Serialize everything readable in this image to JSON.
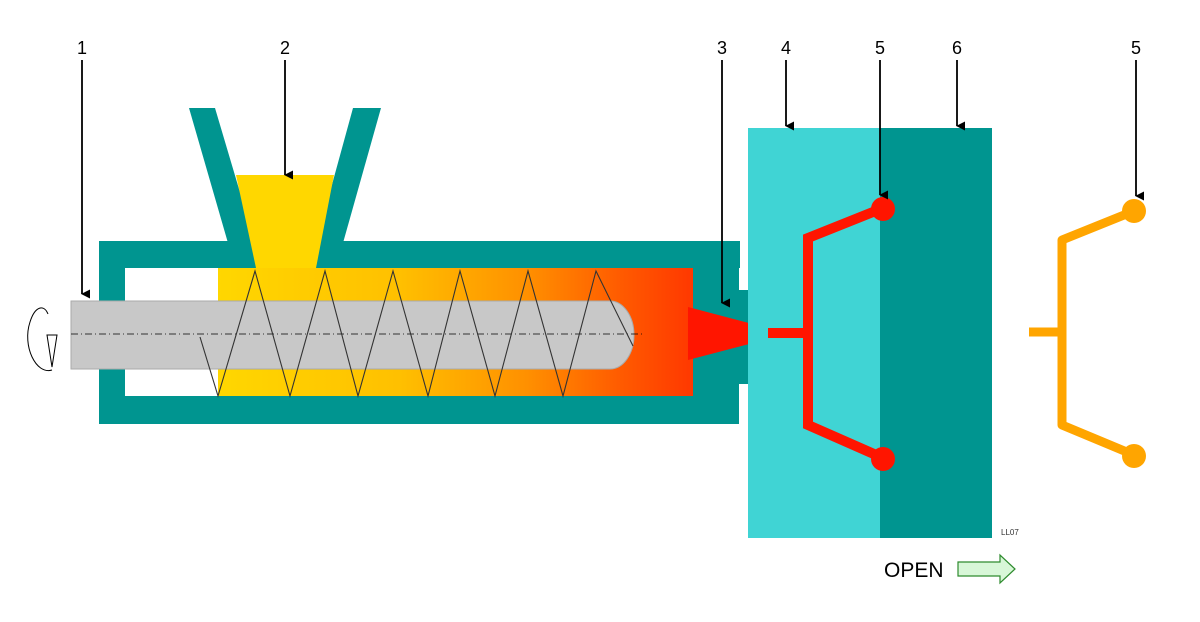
{
  "callouts": {
    "c1": "1",
    "c2": "2",
    "c3": "3",
    "c4": "4",
    "c5a": "5",
    "c6": "6",
    "c5b": "5"
  },
  "open_label": "OPEN",
  "figure_code": "LL07",
  "colors": {
    "barrel": "#009590",
    "mold_fixed": "#40D4D4",
    "mold_moving": "#009590",
    "granules": "#FFD700",
    "melt": "#FF3800",
    "part_molten": "#FF1500",
    "part_ejected": "#FFA500",
    "screw": "#C8C8C8",
    "arrow_fill": "#D8F7D8",
    "arrow_stroke": "#2E8B2E"
  }
}
